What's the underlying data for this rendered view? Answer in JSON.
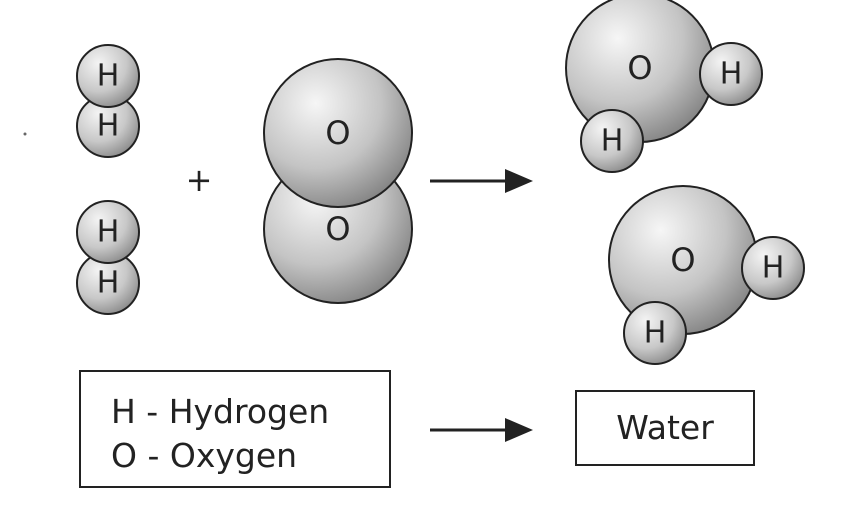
{
  "molecules": {
    "hydrogen_1": {
      "atoms": [
        "H",
        "H"
      ]
    },
    "hydrogen_2": {
      "atoms": [
        "H",
        "H"
      ]
    },
    "oxygen": {
      "atoms": [
        "O",
        "O"
      ]
    },
    "water_1": {
      "atoms": [
        "O",
        "H",
        "H"
      ]
    },
    "water_2": {
      "atoms": [
        "O",
        "H",
        "H"
      ]
    }
  },
  "operators": {
    "plus": "+"
  },
  "legend": {
    "hydrogen": "H - Hydrogen",
    "oxygen": "O - Oxygen"
  },
  "result": {
    "label": "Water"
  },
  "colors": {
    "atom_highlight": "#f4f4f4",
    "atom_shadow": "#8c8c8c",
    "outline": "#222222"
  }
}
